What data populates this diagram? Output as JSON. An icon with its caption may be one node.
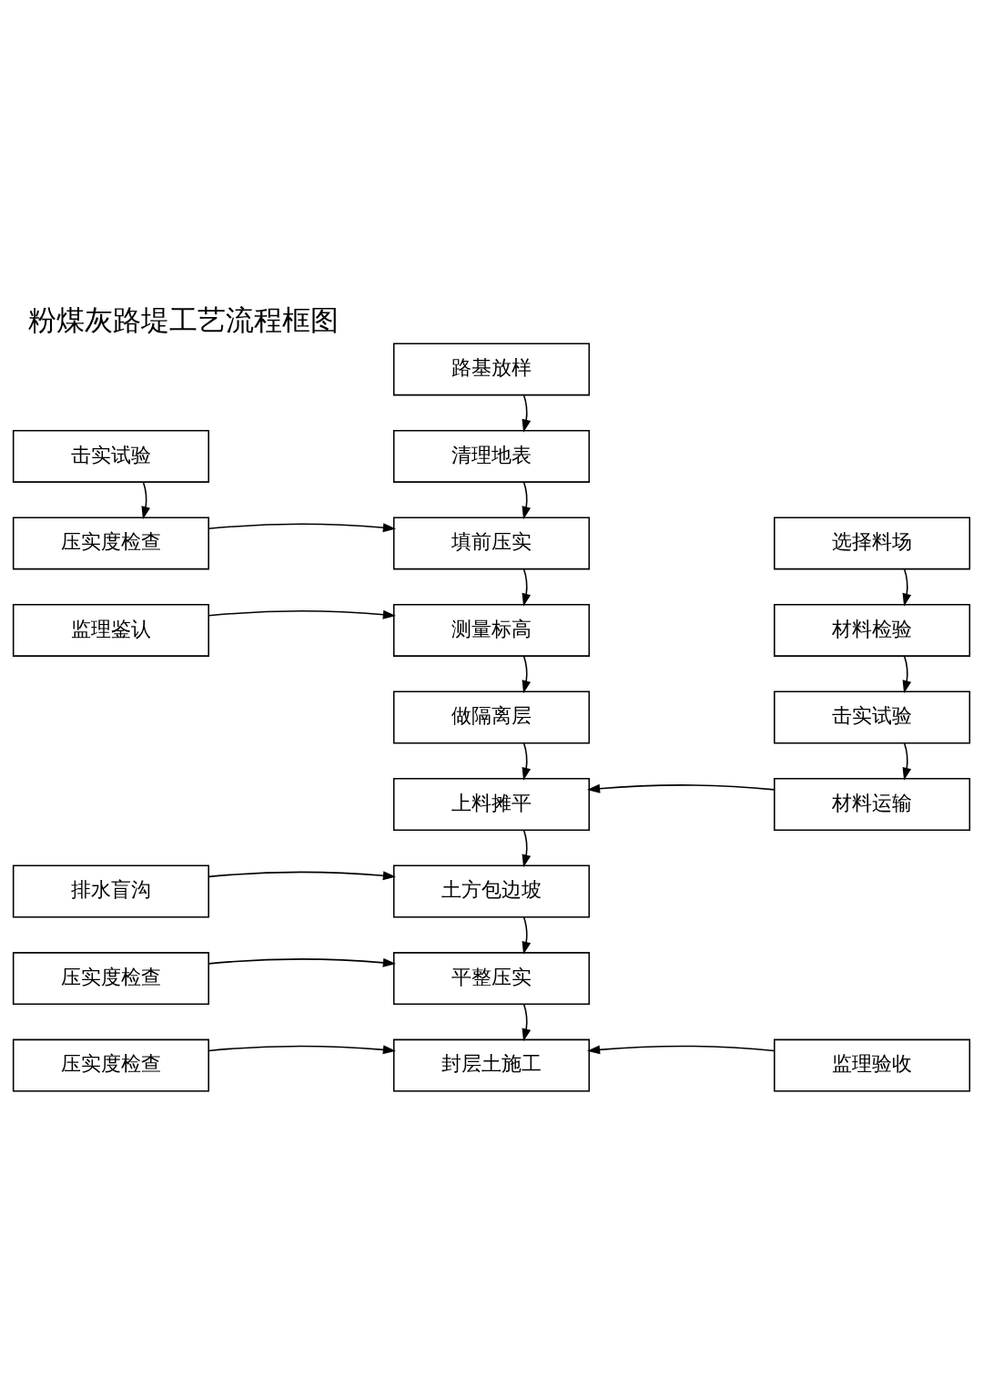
{
  "diagram": {
    "title": "粉煤灰路堤工艺流程框图",
    "nodes": [
      {
        "text": [
          "路基放样"
        ]
      },
      {
        "text": [
          "击实试验"
        ]
      },
      {
        "text": [
          "清理地表"
        ]
      },
      {
        "text": [
          "压实度检查"
        ]
      },
      {
        "text": [
          "填前压实"
        ]
      },
      {
        "text": [
          "选择料场"
        ]
      },
      {
        "text": [
          "监理鉴认"
        ]
      },
      {
        "text": [
          "测量标高"
        ]
      },
      {
        "text": [
          "材料检验"
        ]
      },
      {
        "text": [
          "做隔离层"
        ]
      },
      {
        "text": [
          "击实试验"
        ]
      },
      {
        "text": [
          "上料摊平"
        ]
      },
      {
        "text": [
          "材料运输"
        ]
      },
      {
        "text": [
          "排水盲沟"
        ]
      },
      {
        "text": [
          "土方包边坡"
        ]
      },
      {
        "text": [
          "压实度检查"
        ]
      },
      {
        "text": [
          "平整压实"
        ]
      },
      {
        "text": [
          "压实度检查"
        ]
      },
      {
        "text": [
          "封层土施工"
        ]
      },
      {
        "text": [
          "监理验收"
        ]
      }
    ],
    "edges": [
      {
        "from": 0,
        "to": 2,
        "arrow": "to"
      },
      {
        "from": 1,
        "to": 3,
        "arrow": "to"
      },
      {
        "from": 2,
        "to": 4,
        "arrow": "to"
      },
      {
        "from": 3,
        "to": 4,
        "arrow": "to"
      },
      {
        "from": 5,
        "to": 8,
        "arrow": "to"
      },
      {
        "from": 4,
        "to": 7,
        "arrow": "to"
      },
      {
        "from": 6,
        "to": 7,
        "arrow": "to"
      },
      {
        "from": 8,
        "to": 10,
        "arrow": "to"
      },
      {
        "from": 7,
        "to": 9,
        "arrow": "to"
      },
      {
        "from": 10,
        "to": 12,
        "arrow": "to"
      },
      {
        "from": 9,
        "to": 11,
        "arrow": "to"
      },
      {
        "from": 12,
        "to": 11,
        "arrow": "to"
      },
      {
        "from": 11,
        "to": 14,
        "arrow": "to"
      },
      {
        "from": 13,
        "to": 14,
        "arrow": "to"
      },
      {
        "from": 14,
        "to": 16,
        "arrow": "to"
      },
      {
        "from": 15,
        "to": 16,
        "arrow": "to"
      },
      {
        "from": 16,
        "to": 18,
        "arrow": "to"
      },
      {
        "from": 17,
        "to": 18,
        "arrow": "to"
      },
      {
        "from": 19,
        "to": 18,
        "arrow": "to"
      }
    ]
  }
}
